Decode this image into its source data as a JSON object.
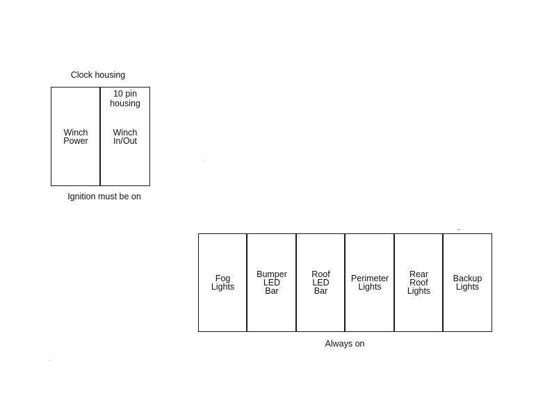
{
  "top_panel": {
    "title": "Clock housing",
    "footer": "Ignition must be on",
    "left_cell": "Winch\nPower",
    "right_cell_header": "10 pin\nhousing",
    "right_cell": "Winch\nIn/Out"
  },
  "bottom_panel": {
    "footer": "Always on",
    "cells": [
      "Fog\nLights",
      "Bumper\nLED\nBar",
      "Roof\nLED\nBar",
      "Perimeter\nLights",
      "Rear\nRoof\nLights",
      "Backup\nLights"
    ]
  },
  "colors": {
    "line": "#1a1a1a",
    "background": "#ffffff"
  }
}
